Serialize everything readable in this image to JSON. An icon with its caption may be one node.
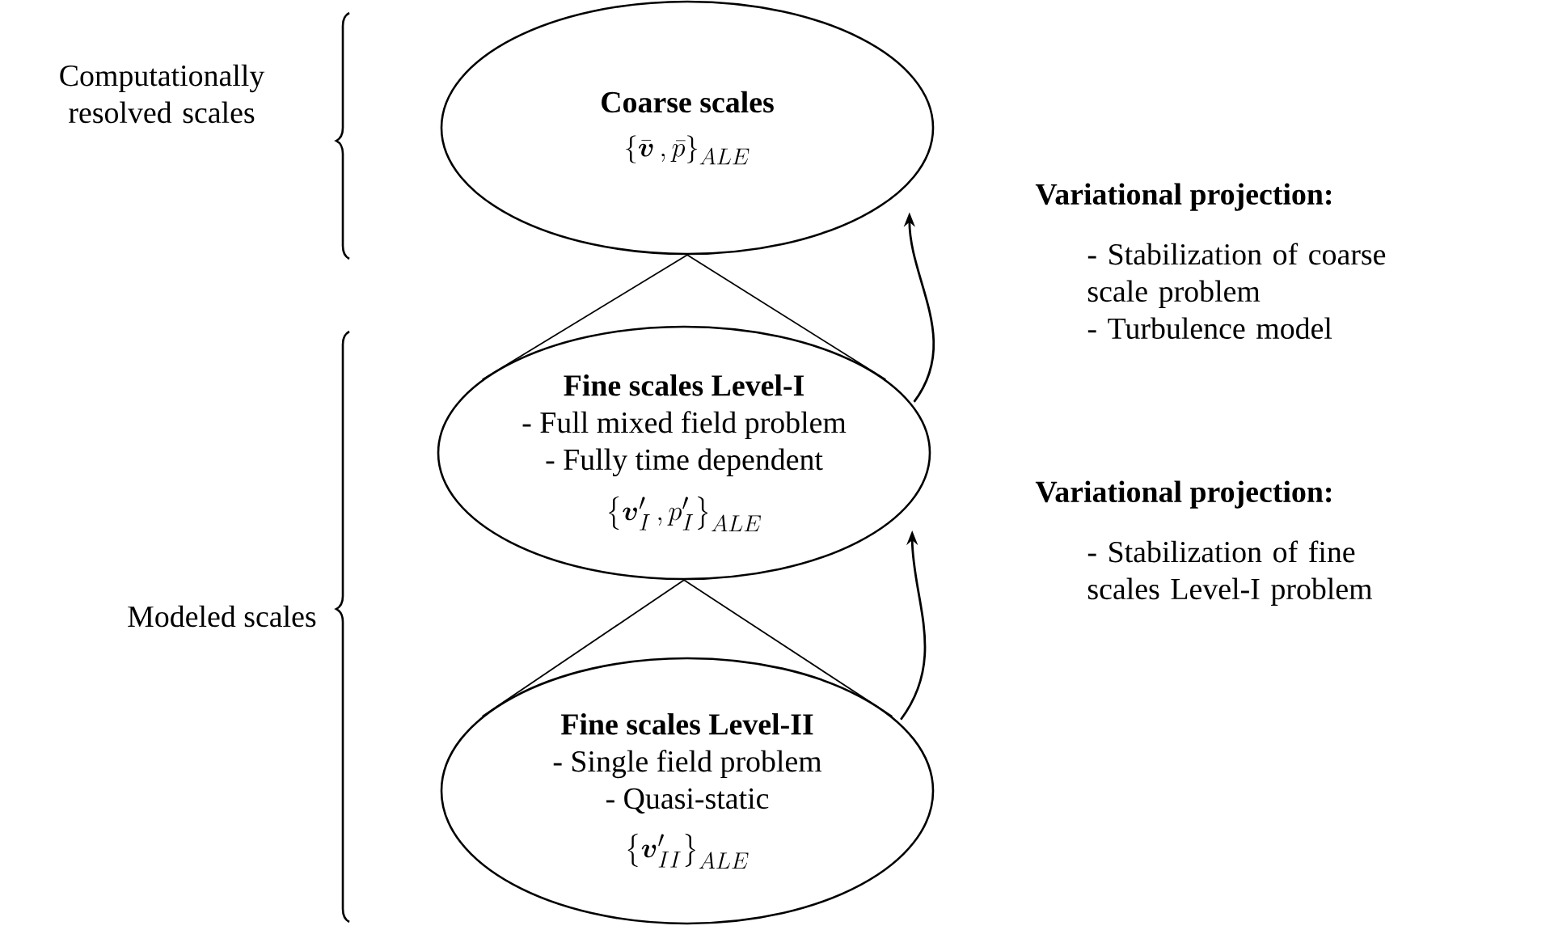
{
  "diagram": {
    "nodes": [
      {
        "text": [
          "Coarse scales",
          "\\left\\{\\bar{\\boldsymbol{v}}\\,, \\bar{p}\\right\\}_{ALE}"
        ]
      },
      {
        "text": [
          "Fine scales Level-I",
          "- Full mixed field problem",
          "- Fully time dependent",
          "\\left\\{\\boldsymbol{v}'_{I}\\,, p'_{I}\\right\\}_{ALE}"
        ]
      },
      {
        "text": [
          "Fine scales Level-II",
          "- Single field problem",
          "- Quasi-static",
          "\\left\\{\\boldsymbol{v}'_{II}\\right\\}_{ALE}"
        ]
      }
    ],
    "edges": [
      {
        "from": 0,
        "to": 1,
        "arrow": "none"
      },
      {
        "from": 0,
        "to": 1,
        "arrow": "none"
      },
      {
        "from": 1,
        "to": 2,
        "arrow": "none"
      },
      {
        "from": 1,
        "to": 2,
        "arrow": "none"
      },
      {
        "from": 1,
        "to": 0,
        "arrow": "to"
      },
      {
        "from": 2,
        "to": 1,
        "arrow": "to"
      }
    ],
    "labels": [
      "Computationally resolved scales",
      "Modeled scales",
      "Variational projection:",
      "- Stabilization of coarse scale problem",
      "- Turbulence model",
      "Variational projection:",
      "- Stabilization of fine scales Level-I problem"
    ]
  }
}
